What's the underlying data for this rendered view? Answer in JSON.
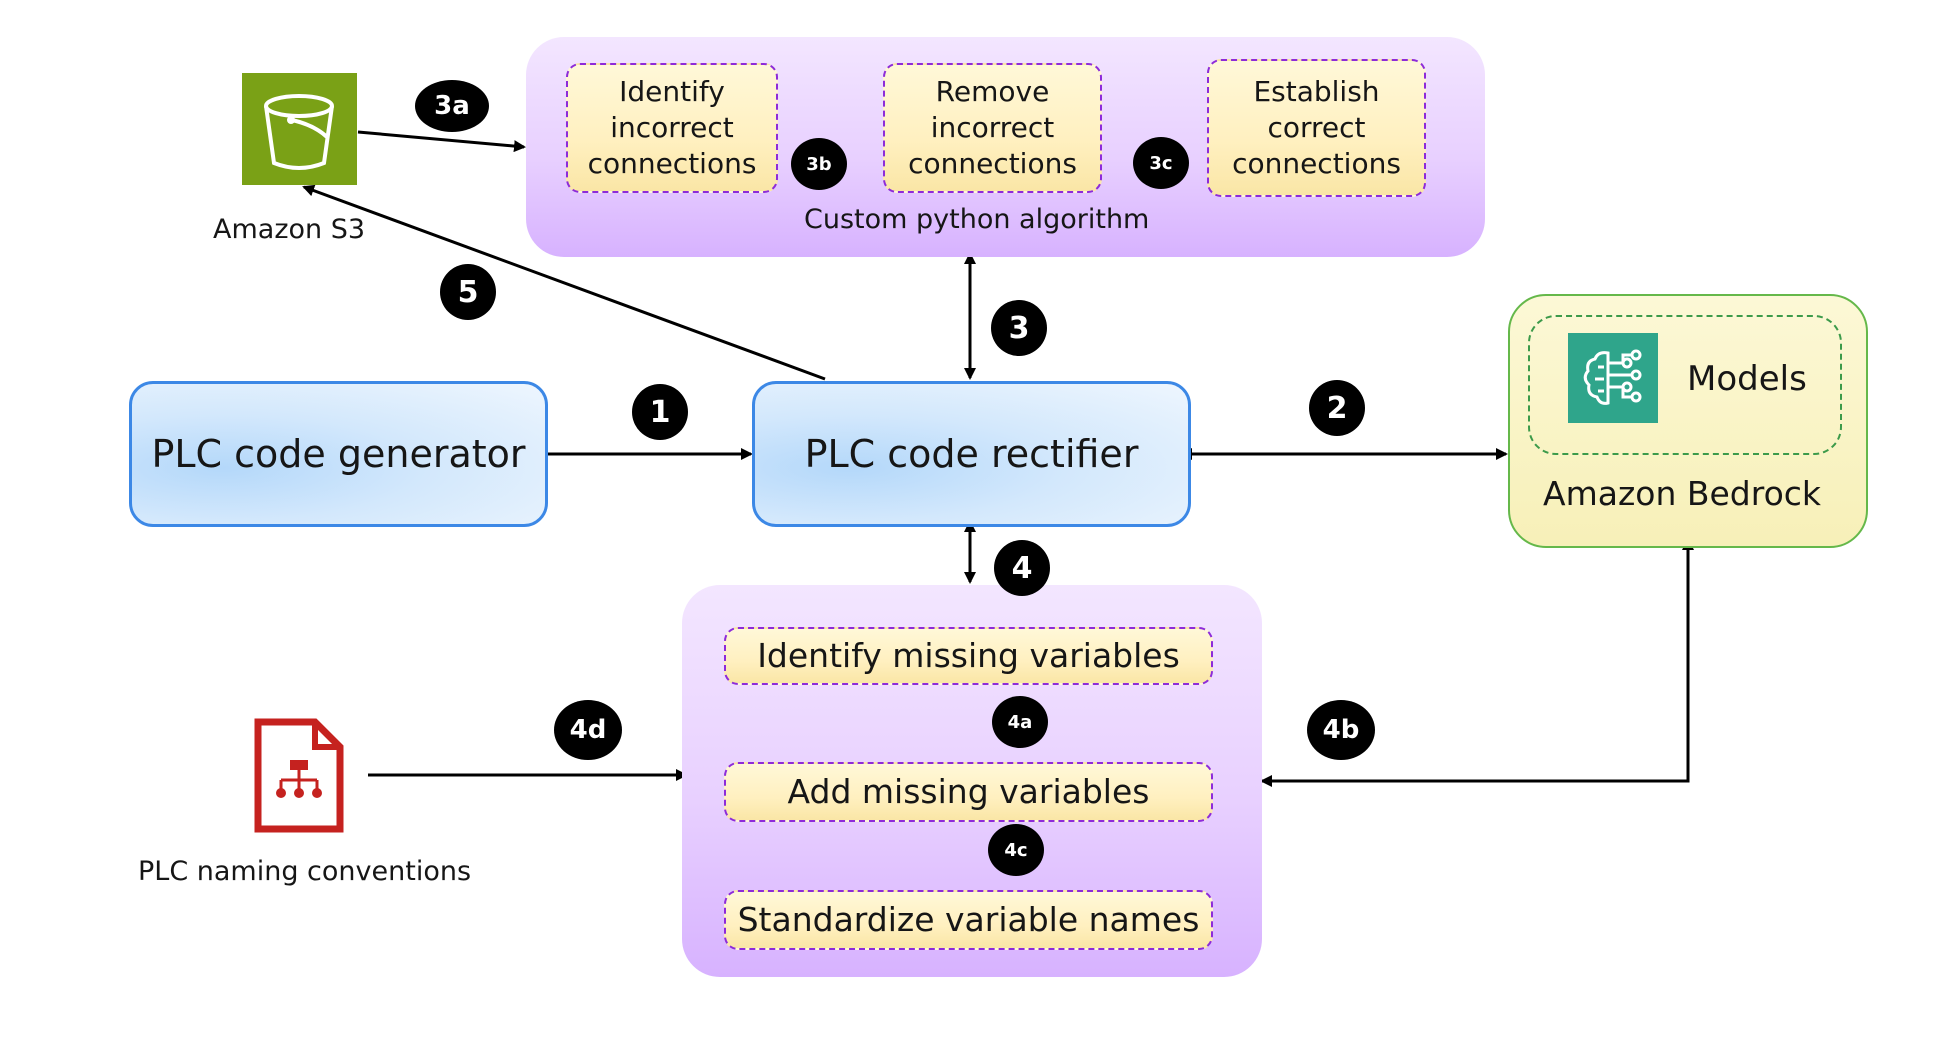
{
  "s3": {
    "label": "Amazon S3"
  },
  "algorithm": {
    "caption": "Custom python algorithm",
    "steps": [
      {
        "text": "Identify incorrect connections"
      },
      {
        "text": "Remove incorrect connections"
      },
      {
        "text": "Establish correct connections"
      }
    ]
  },
  "generator": {
    "label": "PLC code generator"
  },
  "rectifier": {
    "label": "PLC code rectifier"
  },
  "bedrock": {
    "models_label": "Models",
    "label": "Amazon Bedrock"
  },
  "variables": {
    "steps": [
      {
        "text": "Identify missing variables"
      },
      {
        "text": "Add missing variables"
      },
      {
        "text": "Standardize variable names"
      }
    ]
  },
  "naming": {
    "label": "PLC naming conventions"
  },
  "badges": {
    "b1": "1",
    "b2": "2",
    "b3": "3",
    "b3a": "3a",
    "b3b": "3b",
    "b3c": "3c",
    "b4": "4",
    "b4a": "4a",
    "b4b": "4b",
    "b4c": "4c",
    "b4d": "4d",
    "b5": "5"
  },
  "colors": {
    "s3": "#7aa116",
    "bedrock_icon": "#2fa58b",
    "doc_icon": "#c5221f",
    "blue_border": "#3c88e6",
    "purple_dash": "#8d2bd9",
    "bedrock_border": "#65b84a"
  }
}
